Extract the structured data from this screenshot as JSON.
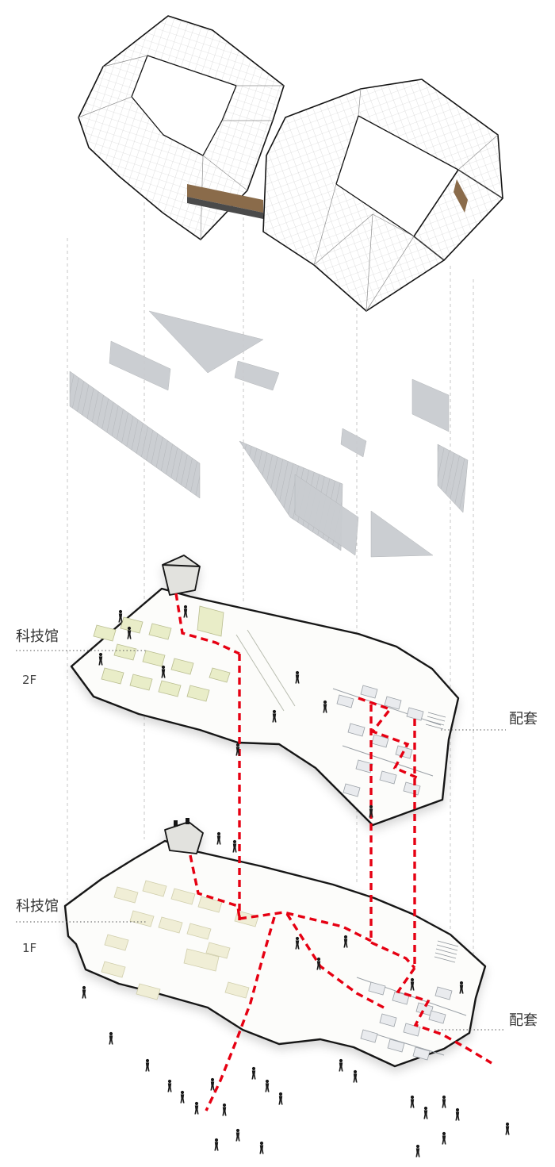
{
  "page": {
    "type": "architectural exploded axonometric diagram",
    "background": "#ffffff"
  },
  "labels": {
    "floor2": {
      "name": "科技馆",
      "floor": "2F",
      "annex": "配套"
    },
    "floor1": {
      "name": "科技馆",
      "floor": "1F",
      "annex": "配套"
    }
  },
  "colors": {
    "circulation_red": "#e60012",
    "science_hall_blocks_2f": "#e9edc8",
    "science_hall_blocks_1f": "#f0eed6",
    "annex_blocks": "#e9ebee",
    "facade_fragments": "#c9ccd0",
    "structure_outline": "#141414",
    "wood_accent": "#8a6b4a"
  }
}
